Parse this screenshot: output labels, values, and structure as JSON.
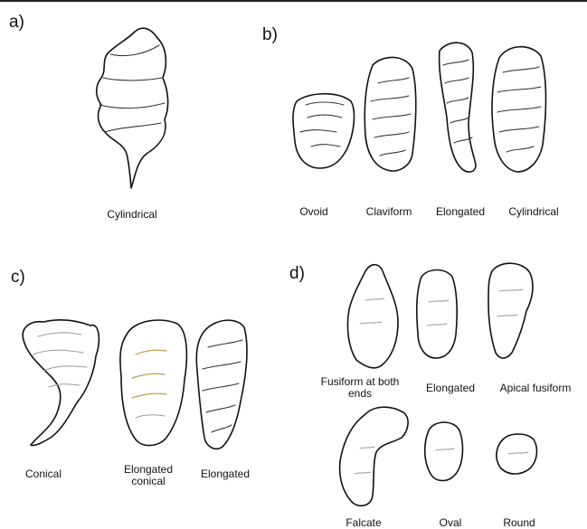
{
  "panels": {
    "a": {
      "label": "a)",
      "shapes": [
        {
          "name": "Cylindrical"
        }
      ]
    },
    "b": {
      "label": "b)",
      "shapes": [
        {
          "name": "Ovoid"
        },
        {
          "name": "Claviform"
        },
        {
          "name": "Elongated"
        },
        {
          "name": "Cylindrical"
        }
      ]
    },
    "c": {
      "label": "c)",
      "shapes": [
        {
          "name": "Conical"
        },
        {
          "name": "Elongated conical"
        },
        {
          "name": "Elongated"
        }
      ]
    },
    "d": {
      "label": "d)",
      "shapes": [
        {
          "name": "Fusiform at both ends"
        },
        {
          "name": "Elongated"
        },
        {
          "name": "Apical fusiform"
        },
        {
          "name": "Falcate"
        },
        {
          "name": "Oval"
        },
        {
          "name": "Round"
        }
      ]
    }
  },
  "colors": {
    "outline": "#111111",
    "ring": "#333333",
    "yellow_mark": "#b8a24a",
    "background": "#ffffff"
  }
}
